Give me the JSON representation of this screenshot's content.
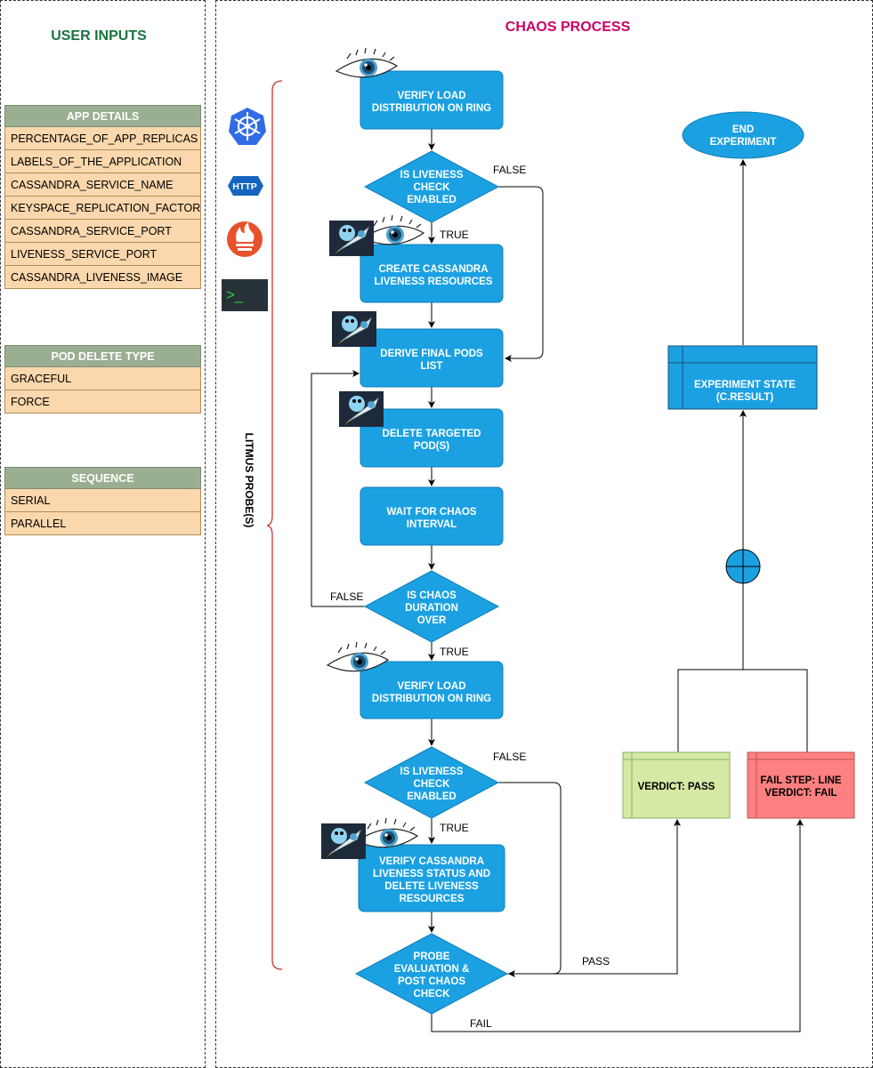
{
  "user_inputs": {
    "title": "USER INPUTS",
    "tables": [
      {
        "header": "APP DETAILS",
        "rows": [
          "PERCENTAGE_OF_APP_REPLICAS",
          "LABELS_OF_THE_APPLICATION",
          "CASSANDRA_SERVICE_NAME",
          "KEYSPACE_REPLICATION_FACTOR",
          "CASSANDRA_SERVICE_PORT",
          "LIVENESS_SERVICE_PORT",
          "CASSANDRA_LIVENESS_IMAGE"
        ]
      },
      {
        "header": "POD DELETE TYPE",
        "rows": [
          "GRACEFUL",
          "FORCE"
        ]
      },
      {
        "header": "SEQUENCE",
        "rows": [
          "SERIAL",
          "PARALLEL"
        ]
      }
    ]
  },
  "chaos": {
    "title": "CHAOS PROCESS",
    "probe_label": "LITMUS PROBE(S)",
    "probe_icons": [
      "kubernetes-icon",
      "http-icon",
      "prometheus-icon",
      "terminal-icon"
    ],
    "http_text": "HTTP",
    "terminal_text": ">_",
    "steps": {
      "verify_load_1": [
        "VERIFY LOAD",
        "DISTRIBUTION ON RING"
      ],
      "liveness_check_1": [
        "IS LIVENESS",
        "CHECK",
        "ENABLED"
      ],
      "create_liveness": [
        "CREATE CASSANDRA",
        "LIVENESS RESOURCES"
      ],
      "derive_pods": [
        "DERIVE FINAL PODS",
        "LIST"
      ],
      "delete_pods": [
        "DELETE TARGETED",
        "POD(S)"
      ],
      "wait_interval": [
        "WAIT FOR CHAOS",
        "INTERVAL"
      ],
      "chaos_duration": [
        "IS CHAOS",
        "DURATION",
        "OVER"
      ],
      "verify_load_2": [
        "VERIFY LOAD",
        "DISTRIBUTION ON RING"
      ],
      "liveness_check_2": [
        "IS LIVENESS",
        "CHECK",
        "ENABLED"
      ],
      "verify_liveness": [
        "VERIFY CASSANDRA",
        "LIVENESS STATUS AND",
        "DELETE LIVENESS",
        "RESOURCES"
      ],
      "probe_eval": [
        "PROBE",
        "EVALUATION &",
        "POST CHAOS",
        "CHECK"
      ],
      "end": [
        "END",
        "EXPERIMENT"
      ],
      "experiment_state": [
        "EXPERIMENT STATE",
        "(C.RESULT)"
      ],
      "verdict_pass": [
        "VERDICT: PASS"
      ],
      "verdict_fail": [
        "FAIL STEP: LINE",
        "VERDICT: FAIL"
      ]
    },
    "edge_labels": {
      "false_1": "FALSE",
      "true_1": "TRUE",
      "false_2": "FALSE",
      "true_2": "TRUE",
      "false_3": "FALSE",
      "true_3": "TRUE",
      "pass": "PASS",
      "fail": "FAIL"
    }
  },
  "colors": {
    "process_blue": "#1ba1e2",
    "title_green": "#1a7340",
    "title_pink": "#cc0066",
    "header_green": "#9aae91",
    "row_orange": "#fad7ac",
    "pass_green": "#d5e8a4",
    "fail_red": "#ff8080"
  }
}
